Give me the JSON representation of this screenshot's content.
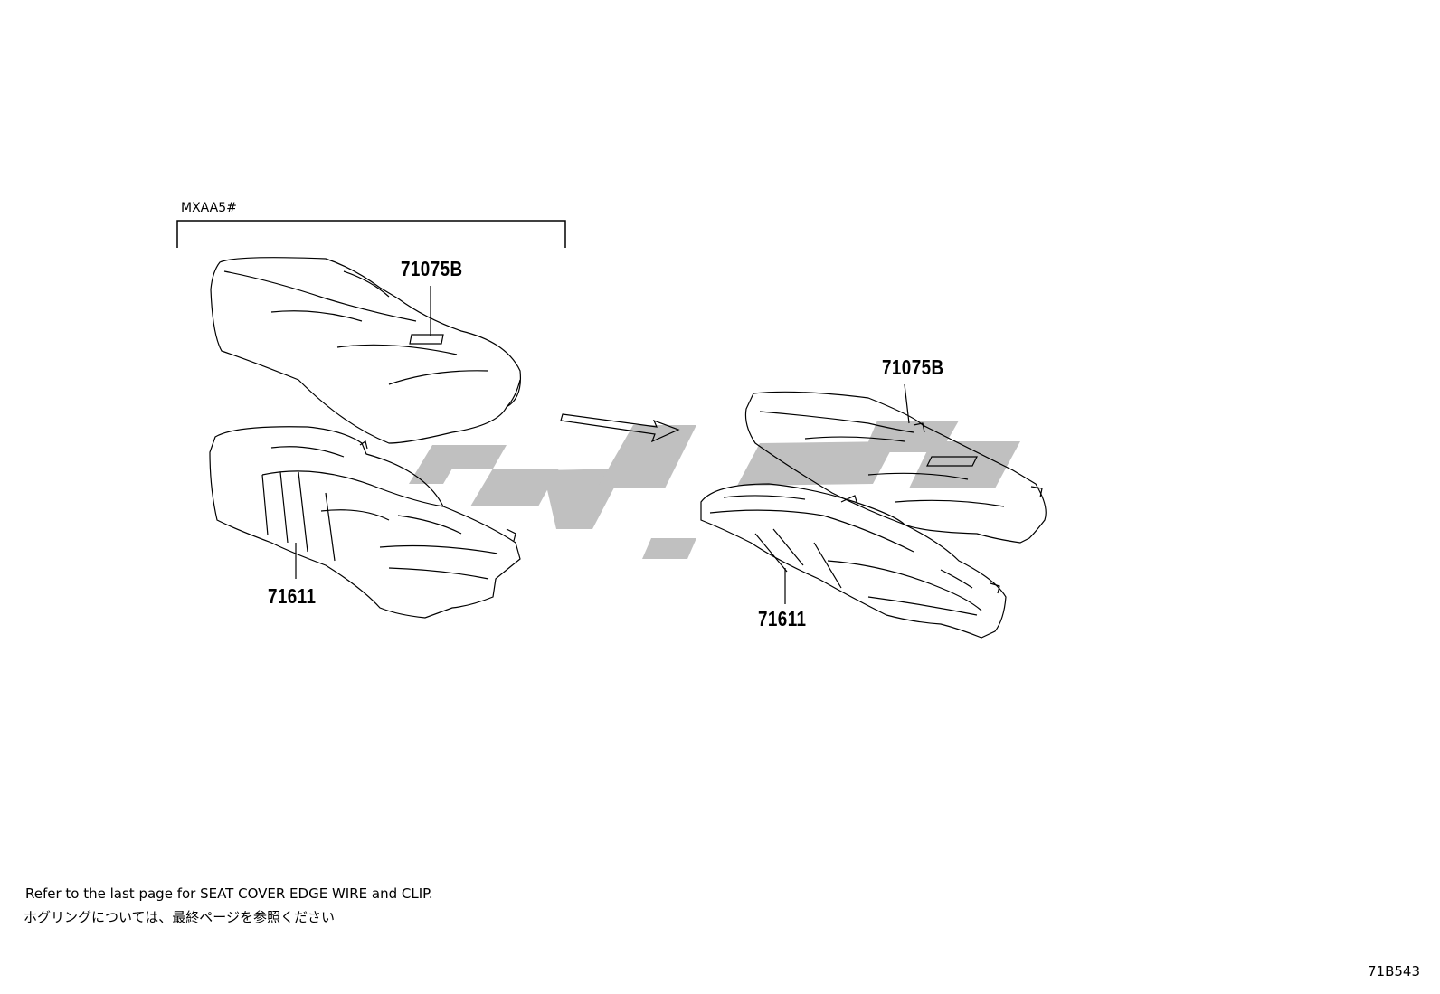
{
  "group_label": "MXAA5#",
  "parts": {
    "left_cover": "71075B",
    "left_pad": "71611",
    "right_cover": "71075B",
    "right_pad": "71611"
  },
  "notes": {
    "english": "Refer to the last page for SEAT COVER EDGE WIRE and CLIP.",
    "japanese": "ホグリングについては、最終ページを参照ください"
  },
  "illustration_code": "71B543",
  "watermark": {
    "color": "#bdbdbd"
  }
}
